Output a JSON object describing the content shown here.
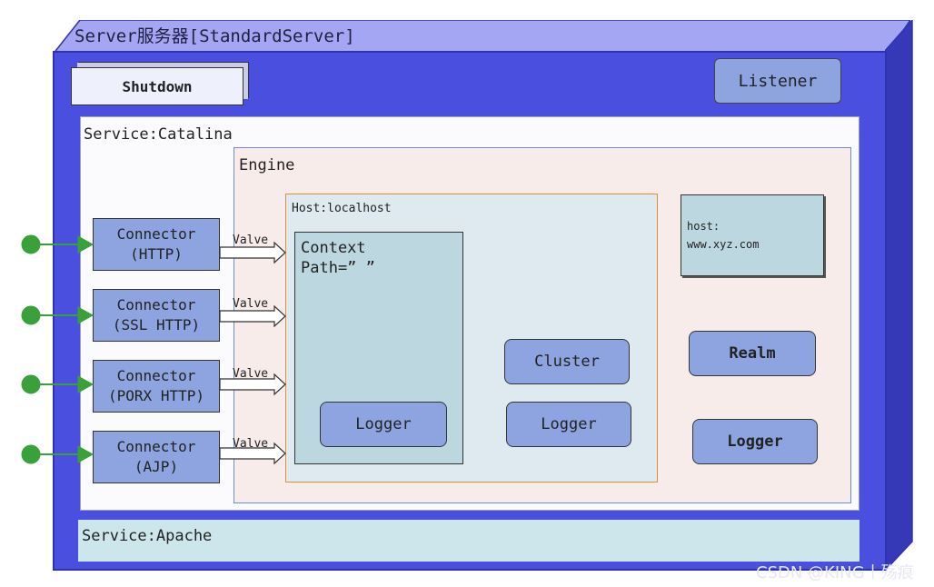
{
  "server": {
    "title": "Server服务器[StandardServer]",
    "shutdown": "Shutdown",
    "listener": "Listener"
  },
  "service_catalina": {
    "label": "Service:Catalina",
    "engine": {
      "label": "Engine",
      "host": {
        "label": "Host:localhost",
        "context_label": "Context\nPath=” ”",
        "context_logger": "Logger",
        "cluster": "Cluster",
        "logger": "Logger"
      },
      "host2_label": "host:\nwww.xyz.com",
      "realm": "Realm",
      "logger": "Logger"
    },
    "connectors": [
      {
        "label": "Connector\n(HTTP)",
        "valve": "Valve"
      },
      {
        "label": "Connector\n(SSL HTTP)",
        "valve": "Valve"
      },
      {
        "label": "Connector\n(PORX HTTP)",
        "valve": "Valve"
      },
      {
        "label": "Connector\n(AJP)",
        "valve": "Valve"
      }
    ]
  },
  "service_apache": {
    "label": "Service:Apache"
  },
  "watermark": "CSDN @KING丨殇痕",
  "colors": {
    "server_fill": "#4a4fe0",
    "box_fill": "#8ea4e0",
    "context_fill": "#bdd7e0",
    "engine_fill": "#f8ecea",
    "host_border": "#e0903a",
    "port_dot": "#3aa13a"
  }
}
